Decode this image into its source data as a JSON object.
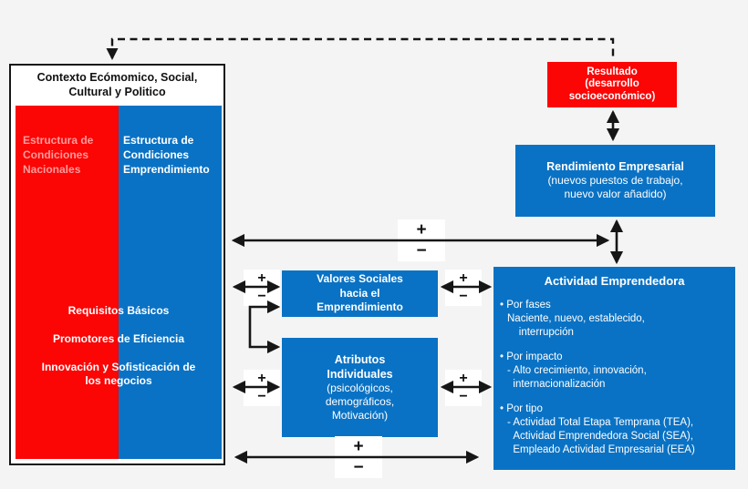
{
  "palette": {
    "bg": "#f4f4f4",
    "red": "#fb0505",
    "blue": "#0a72c4",
    "pink": "#ff9c9c",
    "line": "#161616",
    "white": "#ffffff"
  },
  "signs": {
    "plus": "+",
    "minus": "−"
  },
  "context_box": {
    "title": "Contexto  Ecómomico, Social,\nCultural y Politico",
    "national_label": "Estructura de\nCondiciones\nNacionales",
    "entrepreneurship_label": "Estructura de\nCondiciones\nEmprendimiento",
    "shared_items": [
      "Requisitos Básicos",
      "Promotores de Eficiencia",
      "Innovación y Sofisticación de\nlos negocios"
    ]
  },
  "resultado_box": {
    "title": "Resultado",
    "subtitle": "(desarrollo\nsocioeconómico)"
  },
  "rendimiento_box": {
    "title": "Rendimiento Empresarial",
    "subtitle": "(nuevos puestos de trabajo,\nnuevo valor añadido)"
  },
  "valores_box": {
    "title": "Valores Sociales\nhacia el\nEmprendimiento"
  },
  "atributos_box": {
    "title": "Atributos\nIndividuales",
    "subtitle": "(psicológicos,\ndemográficos,\nMotivación)"
  },
  "actividad_box": {
    "title": "Actividad Emprendedora",
    "sections": [
      {
        "heading": "• Por fases",
        "body": "Naciente, nuevo, establecido,\n    interrupción"
      },
      {
        "heading": "• Por impacto",
        "body": "- Alto crecimiento, innovación,\n  internacionalización"
      },
      {
        "heading": "• Por tipo",
        "body": "- Actividad Total Etapa Temprana (TEA),\n  Actividad Emprendedora Social (SEA),\n  Empleado Actividad Empresarial (EEA)"
      }
    ]
  }
}
